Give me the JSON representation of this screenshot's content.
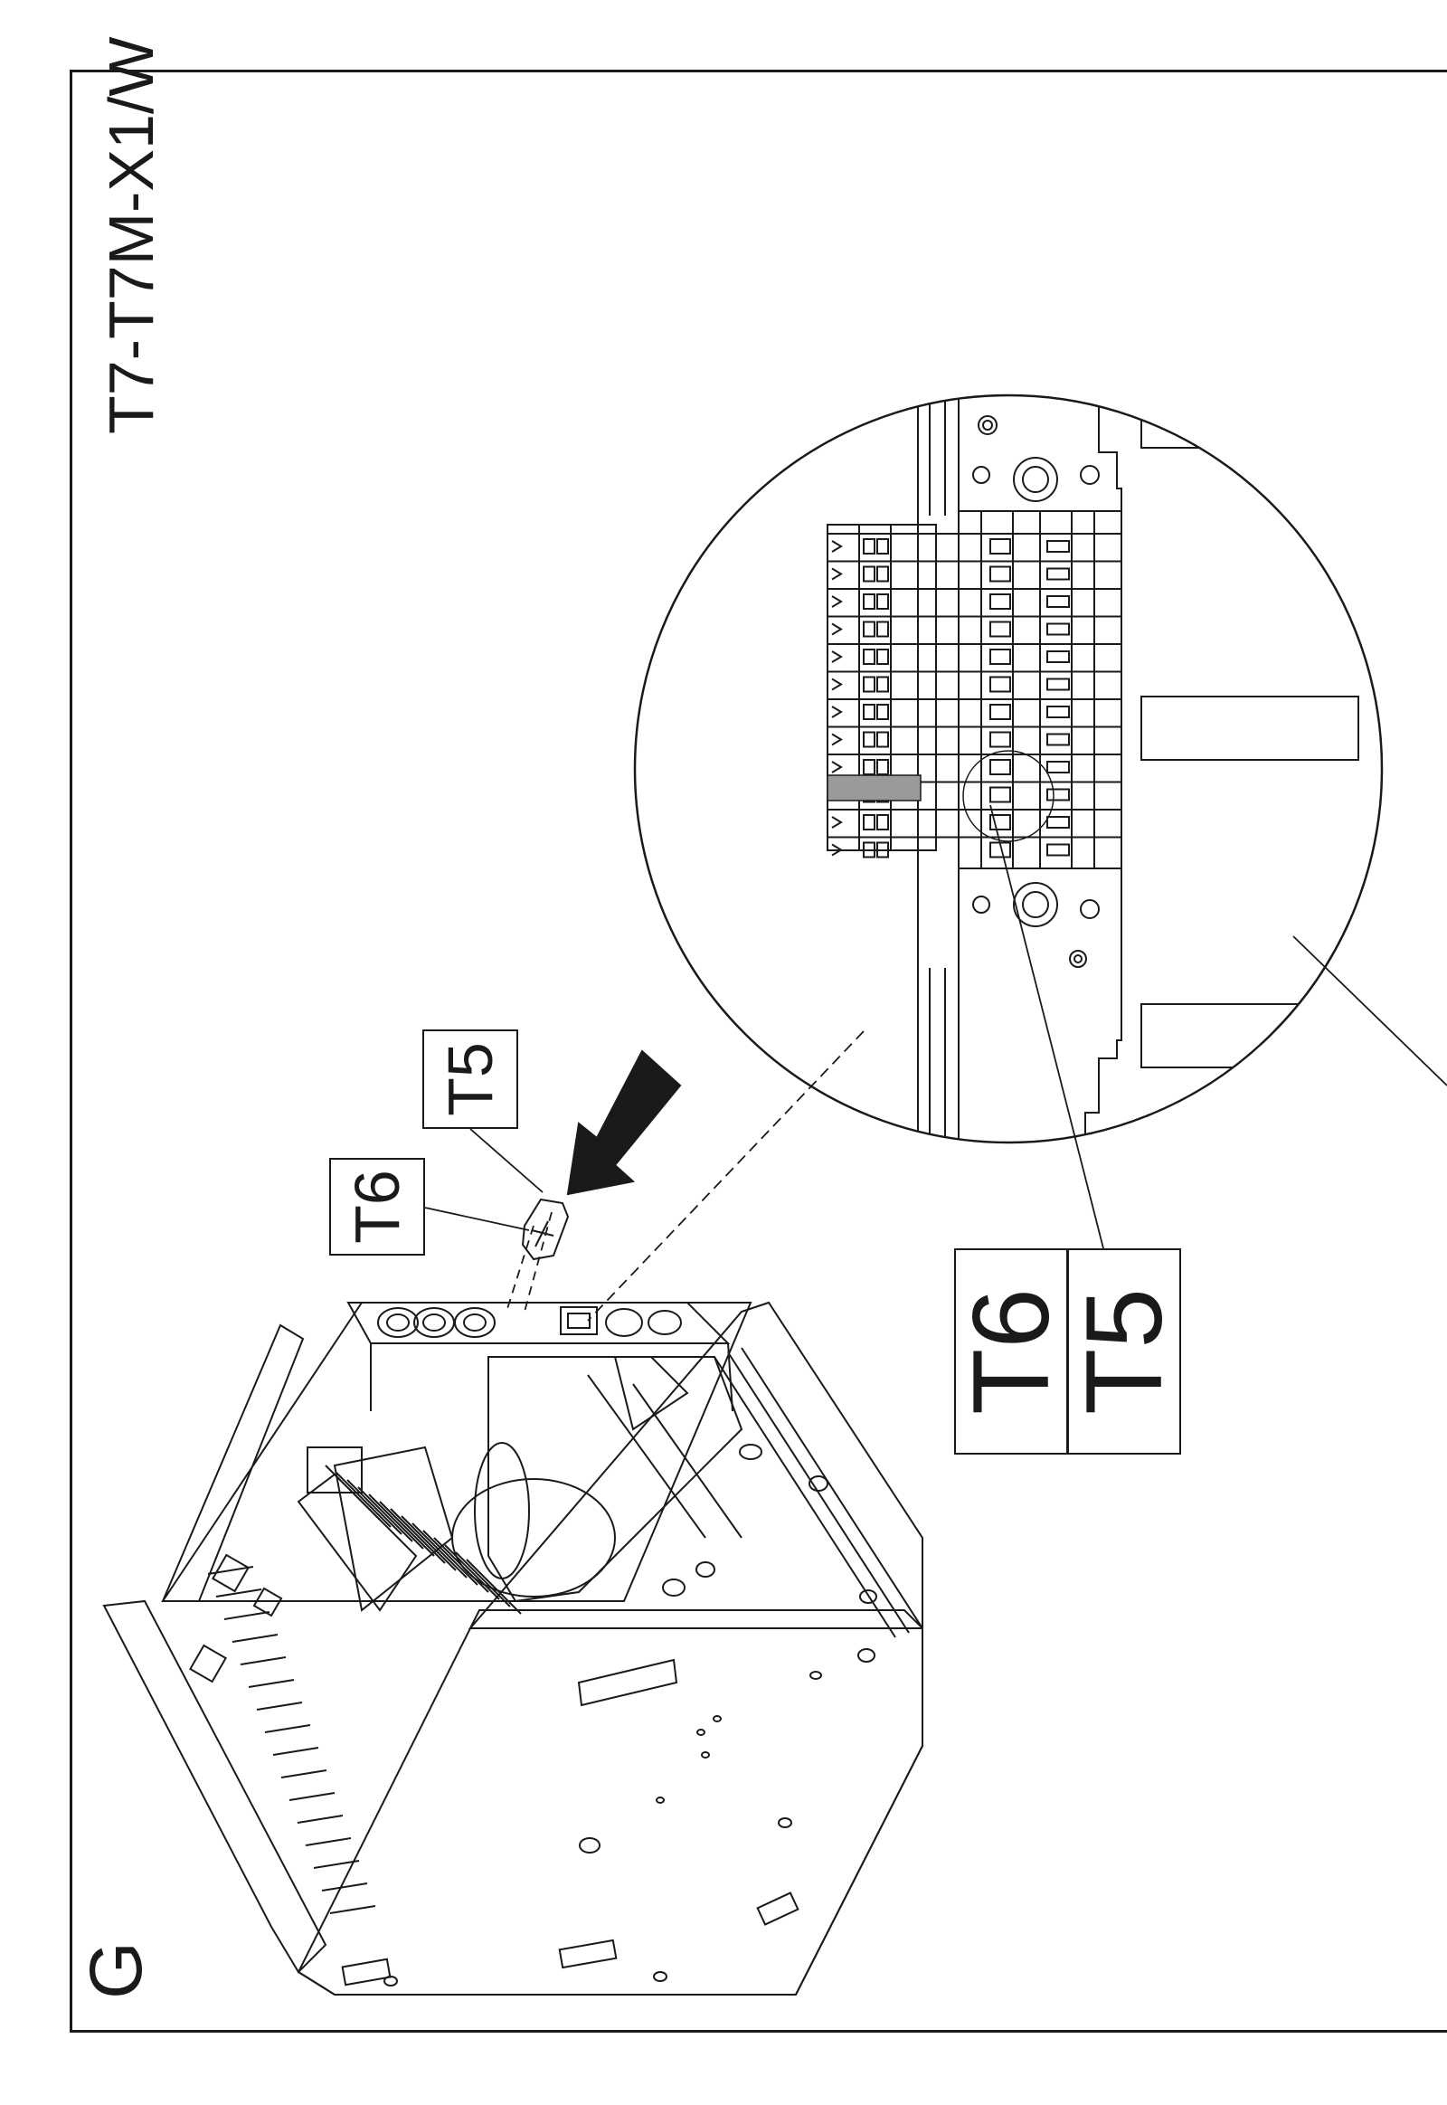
{
  "document": {
    "title": "T7-T7M-X1/W",
    "figure_letter": "G"
  },
  "callouts": {
    "t6_small": "T6",
    "t5_small": "T5",
    "t6_large": "T6",
    "t5_large": "T5"
  },
  "colors": {
    "ink": "#1a1a1a",
    "highlight": "#9a9a9a"
  }
}
